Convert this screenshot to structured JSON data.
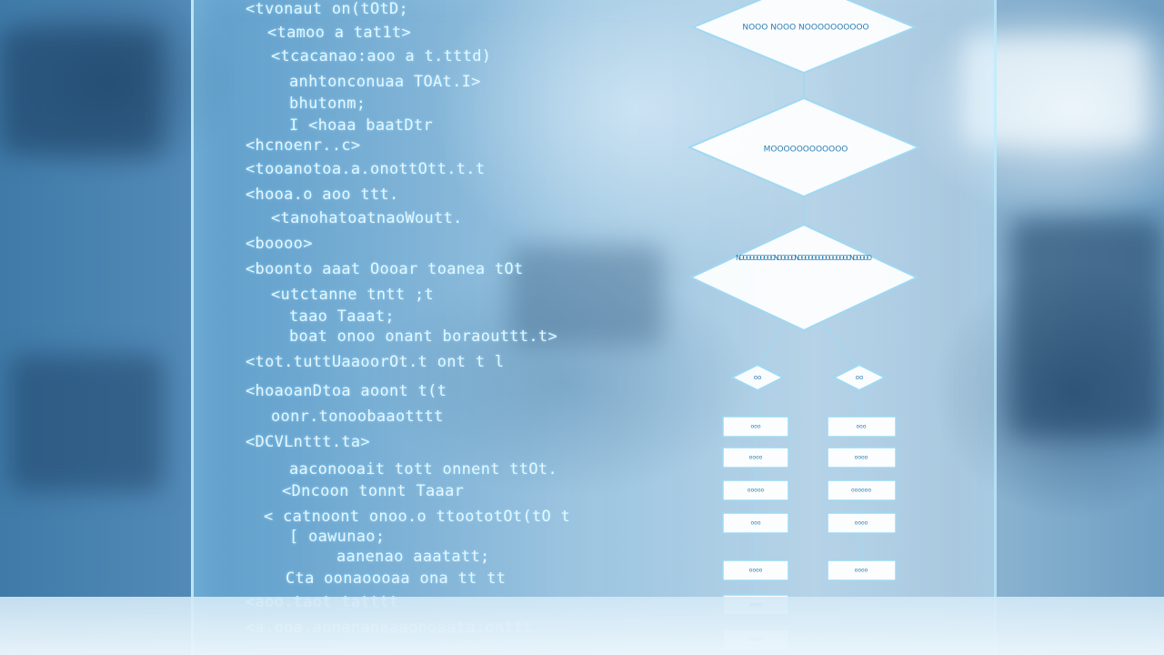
{
  "code_lines": [
    {
      "text": "<tvonaut on(tOtD;"
    },
    {
      "text": "<tamoo a tat1t>"
    },
    {
      "text": "<tcacanao:aoo a t.tttd)"
    },
    {
      "text": "anhtonconuaa TOAt.I>"
    },
    {
      "text": "bhutonm;"
    },
    {
      "text": "I      <hoaa baatDtr"
    },
    {
      "text": "<hcnoenr..c>"
    },
    {
      "text": "<tooanotoa.a.onottOtt.t.t"
    },
    {
      "text": "<hooa.o aoo ttt."
    },
    {
      "text": "<tanohatoatnaoWoutt."
    },
    {
      "text": "<boooo>"
    },
    {
      "text": "<boonto aaat Oooar toanea tOt"
    },
    {
      "text": "<utctanne  tntt   ;t"
    },
    {
      "text": "taao Taaat;"
    },
    {
      "text": "boat onoo  onant boraouttt.t>"
    },
    {
      "text": "<tot.tuttUaaoorOt.t ont t l"
    },
    {
      "text": "<hoaoanDtoa aoont t(t"
    },
    {
      "text": "oonr.tonoobaaotttt"
    },
    {
      "text": "<DCVLnttt.ta>"
    },
    {
      "text": "aaconooait tott onnent ttOt."
    },
    {
      "text": "<Dncoon  tonnt Taaar"
    },
    {
      "text": "< catnoont  onoo.o  ttoototOt(tO   t"
    },
    {
      "text": "[  oawunao;"
    },
    {
      "text": "aanenao aaatatt;"
    },
    {
      "text": "Cta oonaoooaa ona tt  tt"
    },
    {
      "text": "<aoo.taot  tatttt"
    },
    {
      "text": "<a.ooa.aonananaaaonoaata.onttt"
    }
  ],
  "flowchart": {
    "decisions": [
      {
        "label": "NOOO NOOO NOOOOOOOOOO"
      },
      {
        "label": "MOOOOOOOOOOOO"
      },
      {
        "label": "NOOOOOOOOOO NOOOOO NOOOOOOOOOOOOOOO NOOOOO"
      }
    ],
    "small_decisions": [
      {
        "label": "oo"
      },
      {
        "label": "oo"
      }
    ],
    "left_boxes": [
      {
        "label": "ooo"
      },
      {
        "label": "oooo"
      },
      {
        "label": "ooooo"
      },
      {
        "label": "ooo"
      },
      {
        "label": "oooo"
      },
      {
        "label": "oooo"
      },
      {
        "label": "oooo"
      }
    ],
    "right_boxes": [
      {
        "label": "ooo"
      },
      {
        "label": "oooo"
      },
      {
        "label": "oooooo"
      },
      {
        "label": "oooo"
      },
      {
        "label": "oooo"
      }
    ]
  },
  "colors": {
    "code_text": "#ebfaff",
    "flow_stroke": "#9fd8f2",
    "flow_fill": "#ffffff",
    "flow_text": "#2b7fb3"
  }
}
